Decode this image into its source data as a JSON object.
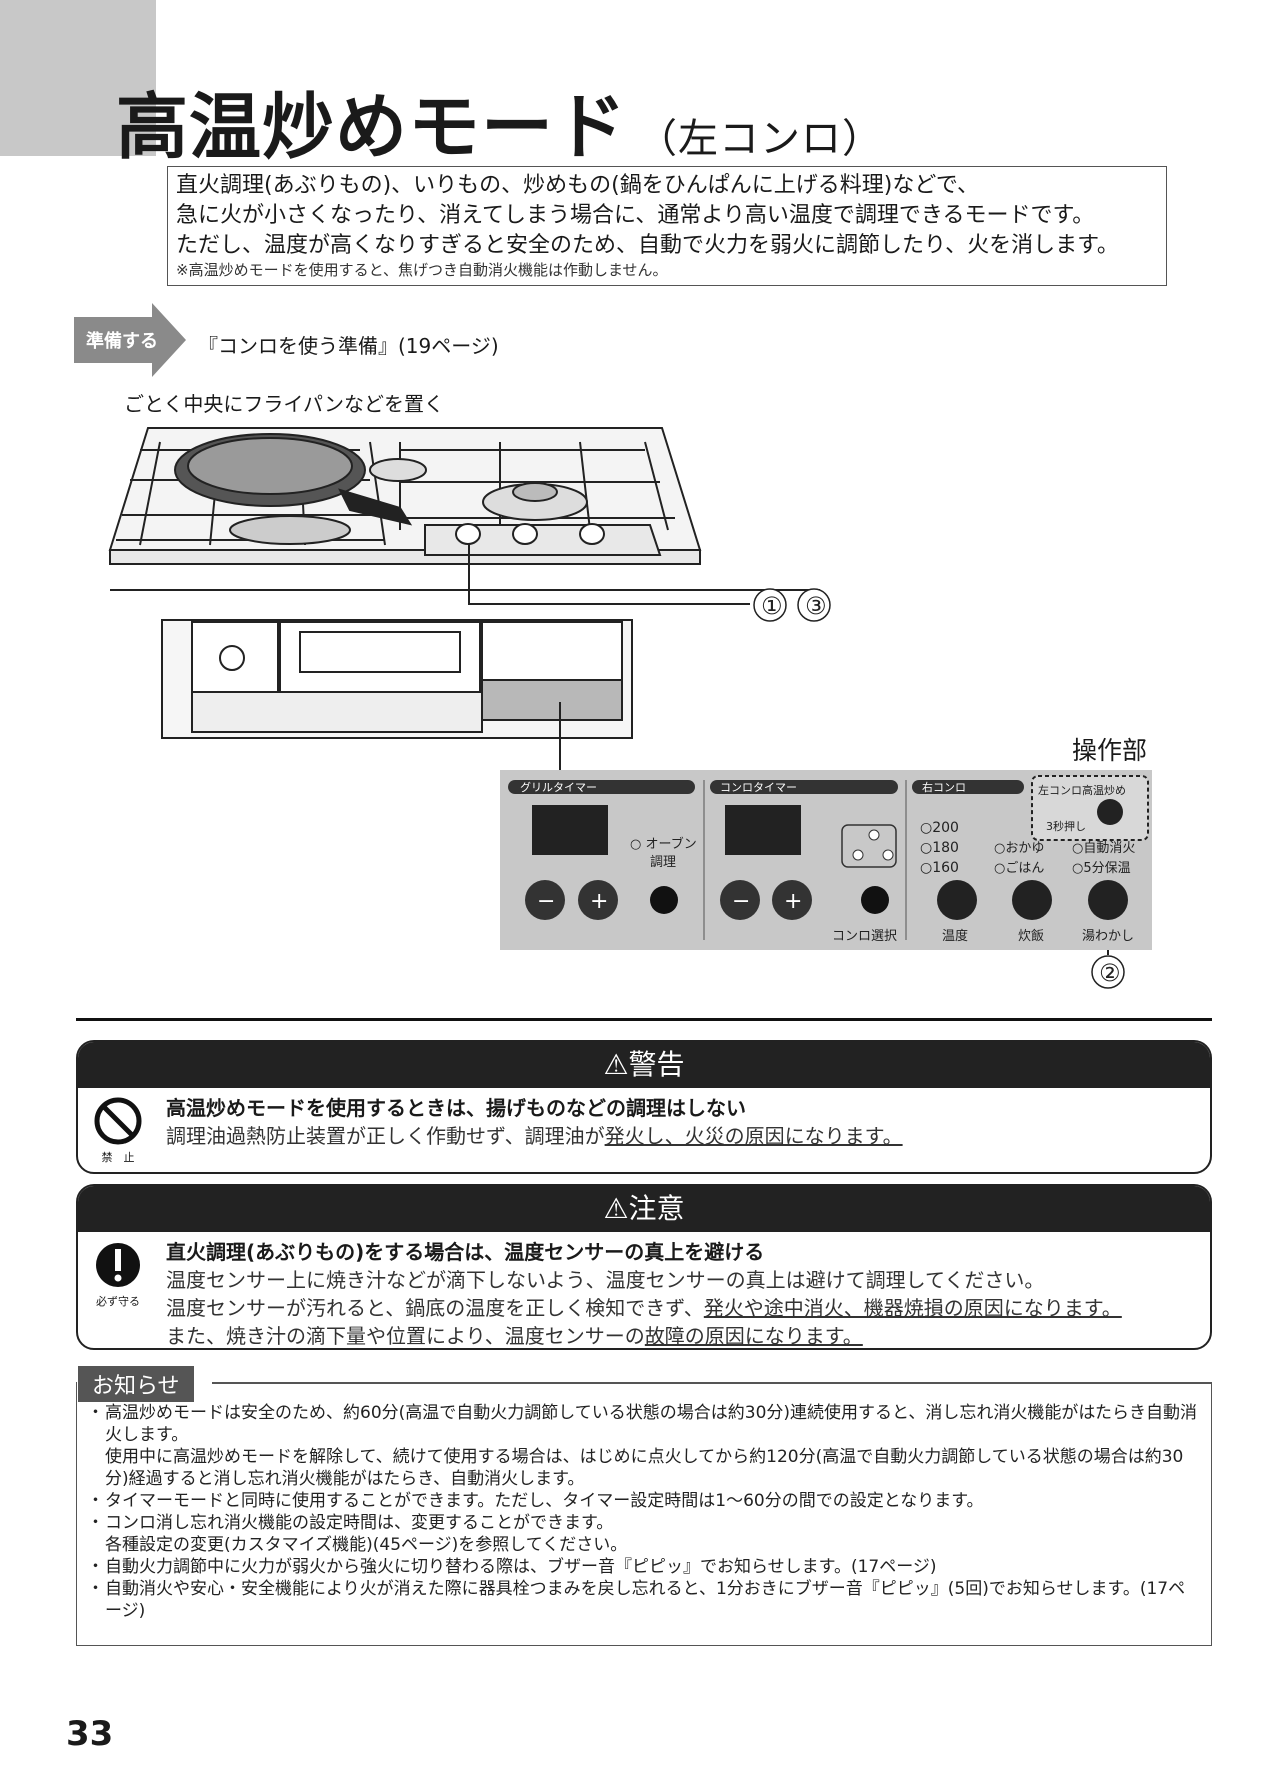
{
  "title": "高温炒めモード",
  "subtitle": "（左コンロ）",
  "intro": {
    "line1": "直火調理(あぶりもの)、いりもの、炒めもの(鍋をひんぱんに上げる料理)などで、",
    "line2": "急に火が小さくなったり、消えてしまう場合に、通常より高い温度で調理できるモードです。",
    "line3": "ただし、温度が高くなりすぎると安全のため、自動で火力を弱火に調節したり、火を消します。",
    "note": "※高温炒めモードを使用すると、焦げつき自動消火機能は作動しません。"
  },
  "prep": {
    "label": "準備する",
    "text": "『コンロを使う準備』(19ページ)"
  },
  "step_text": "ごとく中央にフライパンなどを置く",
  "callouts": {
    "c1": "①",
    "c3": "③",
    "c2": "②"
  },
  "panel": {
    "label": "操作部",
    "grill_timer": "グリルタイマー",
    "konro_timer": "コンロタイマー",
    "right_konro": "右コンロ",
    "left_high": "左コンロ高温炒め",
    "press3": "3秒押し",
    "oven": "○ オーブン",
    "oven2": "調理",
    "t200": "○200",
    "t180": "○180",
    "t160": "○160",
    "okayu": "○おかゆ",
    "gohan": "○ごはん",
    "auto_off": "○自動消火",
    "keep5": "○5分保温",
    "konro_select": "コンロ選択",
    "temp": "温度",
    "rice": "炊飯",
    "boil": "湯わかし",
    "minus": "−",
    "plus": "+"
  },
  "warning": {
    "header": "⚠警告",
    "icon_label": "禁　止",
    "heading": "高温炒めモードを使用するときは、揚げものなどの調理はしない",
    "text_plain": "調理油過熱防止装置が正しく作動せず、調理油が",
    "text_underline": "発火し、火災の原因になります。"
  },
  "caution": {
    "header": "⚠注意",
    "icon_label": "必ず守る",
    "heading": "直火調理(あぶりもの)をする場合は、温度センサーの真上を避ける",
    "line1": "温度センサー上に焼き汁などが滴下しないよう、温度センサーの真上は避けて調理してください。",
    "line2_plain": "温度センサーが汚れると、鍋底の温度を正しく検知できず、",
    "line2_underline": "発火や途中消火、機器焼損の原因になります。",
    "line3_plain": "また、焼き汁の滴下量や位置により、温度センサーの",
    "line3_underline": "故障の原因になります。"
  },
  "info": {
    "tab": "お知らせ",
    "items": [
      "高温炒めモードは安全のため、約60分(高温で自動火力調節している状態の場合は約30分)連続使用すると、消し忘れ消火機能がはたらき自動消火します。",
      "使用中に高温炒めモードを解除して、続けて使用する場合は、はじめに点火してから約120分(高温で自動火力調節している状態の場合は約30分)経過すると消し忘れ消火機能がはたらき、自動消火します。",
      "タイマーモードと同時に使用することができます。ただし、タイマー設定時間は1〜60分の間での設定となります。",
      "コンロ消し忘れ消火機能の設定時間は、変更することができます。",
      "各種設定の変更(カスタマイズ機能)(45ページ)を参照してください。",
      "自動火力調節中に火力が弱火から強火に切り替わる際は、ブザー音『ピピッ』でお知らせします。(17ページ)",
      "自動消火や安心・安全機能により火が消えた際に器具栓つまみを戻し忘れると、1分おきにブザー音『ピピッ』(5回)でお知らせします。(17ページ)"
    ]
  },
  "page_number": "33"
}
